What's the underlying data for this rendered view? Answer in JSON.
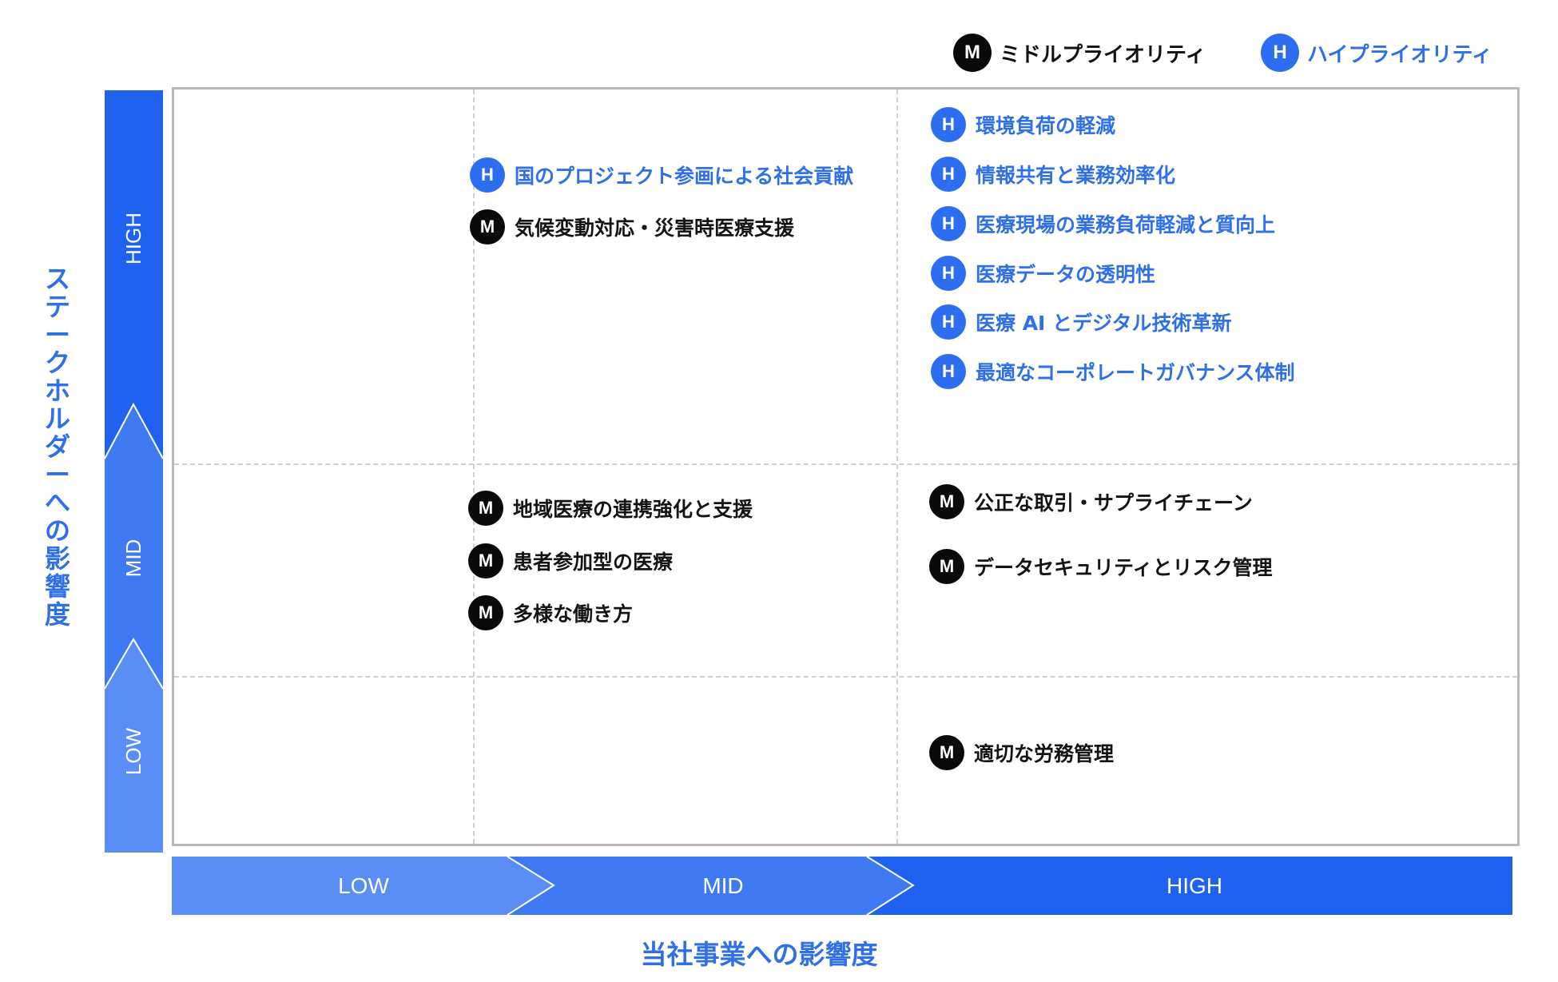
{
  "legend": {
    "mid": {
      "badge": "M",
      "label": "ミドルプライオリティ"
    },
    "high": {
      "badge": "H",
      "label": "ハイプライオリティ"
    }
  },
  "axes": {
    "y_title": "ステークホルダーへの影響度",
    "x_title": "当社事業への影響度",
    "y_levels": [
      "HIGH",
      "MID",
      "LOW"
    ],
    "x_levels": [
      "LOW",
      "MID",
      "HIGH"
    ]
  },
  "colors": {
    "high_priority": "#2d6ef0",
    "mid_priority": "#0a0a0a",
    "axis_low": "#5b8ef5",
    "axis_mid": "#3f7af3",
    "axis_high": "#1f62ef"
  },
  "cells": {
    "high_mid": [
      {
        "priority": "H",
        "text": "国のプロジェクト参画による社会貢献"
      },
      {
        "priority": "M",
        "text": "気候変動対応・災害時医療支援"
      }
    ],
    "high_high": [
      {
        "priority": "H",
        "text": "環境負荷の軽減"
      },
      {
        "priority": "H",
        "text": "情報共有と業務効率化"
      },
      {
        "priority": "H",
        "text": "医療現場の業務負荷軽減と質向上"
      },
      {
        "priority": "H",
        "text": "医療データの透明性"
      },
      {
        "priority": "H",
        "text": "医療 AI とデジタル技術革新"
      },
      {
        "priority": "H",
        "text": "最適なコーポレートガバナンス体制"
      }
    ],
    "mid_mid": [
      {
        "priority": "M",
        "text": "地域医療の連携強化と支援"
      },
      {
        "priority": "M",
        "text": "患者参加型の医療"
      },
      {
        "priority": "M",
        "text": "多様な働き方"
      }
    ],
    "mid_high": [
      {
        "priority": "M",
        "text": "公正な取引・サプライチェーン"
      },
      {
        "priority": "M",
        "text": "データセキュリティとリスク管理"
      }
    ],
    "low_high": [
      {
        "priority": "M",
        "text": "適切な労務管理"
      }
    ]
  }
}
